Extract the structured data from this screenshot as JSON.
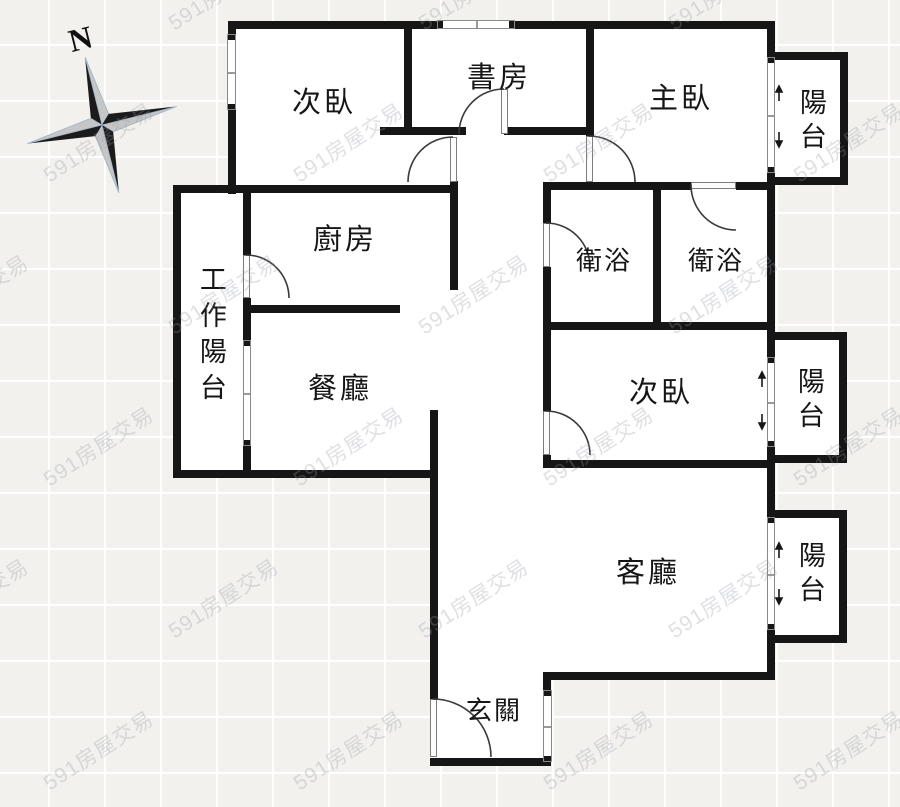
{
  "title": "apartment-floorplan",
  "watermark": {
    "text": "591房屋交易",
    "color": "rgba(148,152,162,0.30)"
  },
  "compass": {
    "label": "N"
  },
  "colors": {
    "wall": "#161616",
    "background_tile": "#f2f1ee",
    "room_fill": "#ffffff",
    "door_arc": "#3a3a3a"
  },
  "rooms": [
    {
      "id": "bedroom-top-left",
      "label": "次臥"
    },
    {
      "id": "study",
      "label": "書房"
    },
    {
      "id": "master-bedroom",
      "label": "主臥"
    },
    {
      "id": "balcony-top",
      "label": "陽台"
    },
    {
      "id": "kitchen",
      "label": "廚房"
    },
    {
      "id": "work-balcony",
      "label": "工作陽台"
    },
    {
      "id": "bathroom-left",
      "label": "衛浴"
    },
    {
      "id": "bathroom-right",
      "label": "衛浴"
    },
    {
      "id": "dining-room",
      "label": "餐廳"
    },
    {
      "id": "bedroom-middle",
      "label": "次臥"
    },
    {
      "id": "balcony-middle",
      "label": "陽台"
    },
    {
      "id": "living-room",
      "label": "客廳"
    },
    {
      "id": "balcony-bottom",
      "label": "陽台"
    },
    {
      "id": "entryway",
      "label": "玄關"
    }
  ]
}
